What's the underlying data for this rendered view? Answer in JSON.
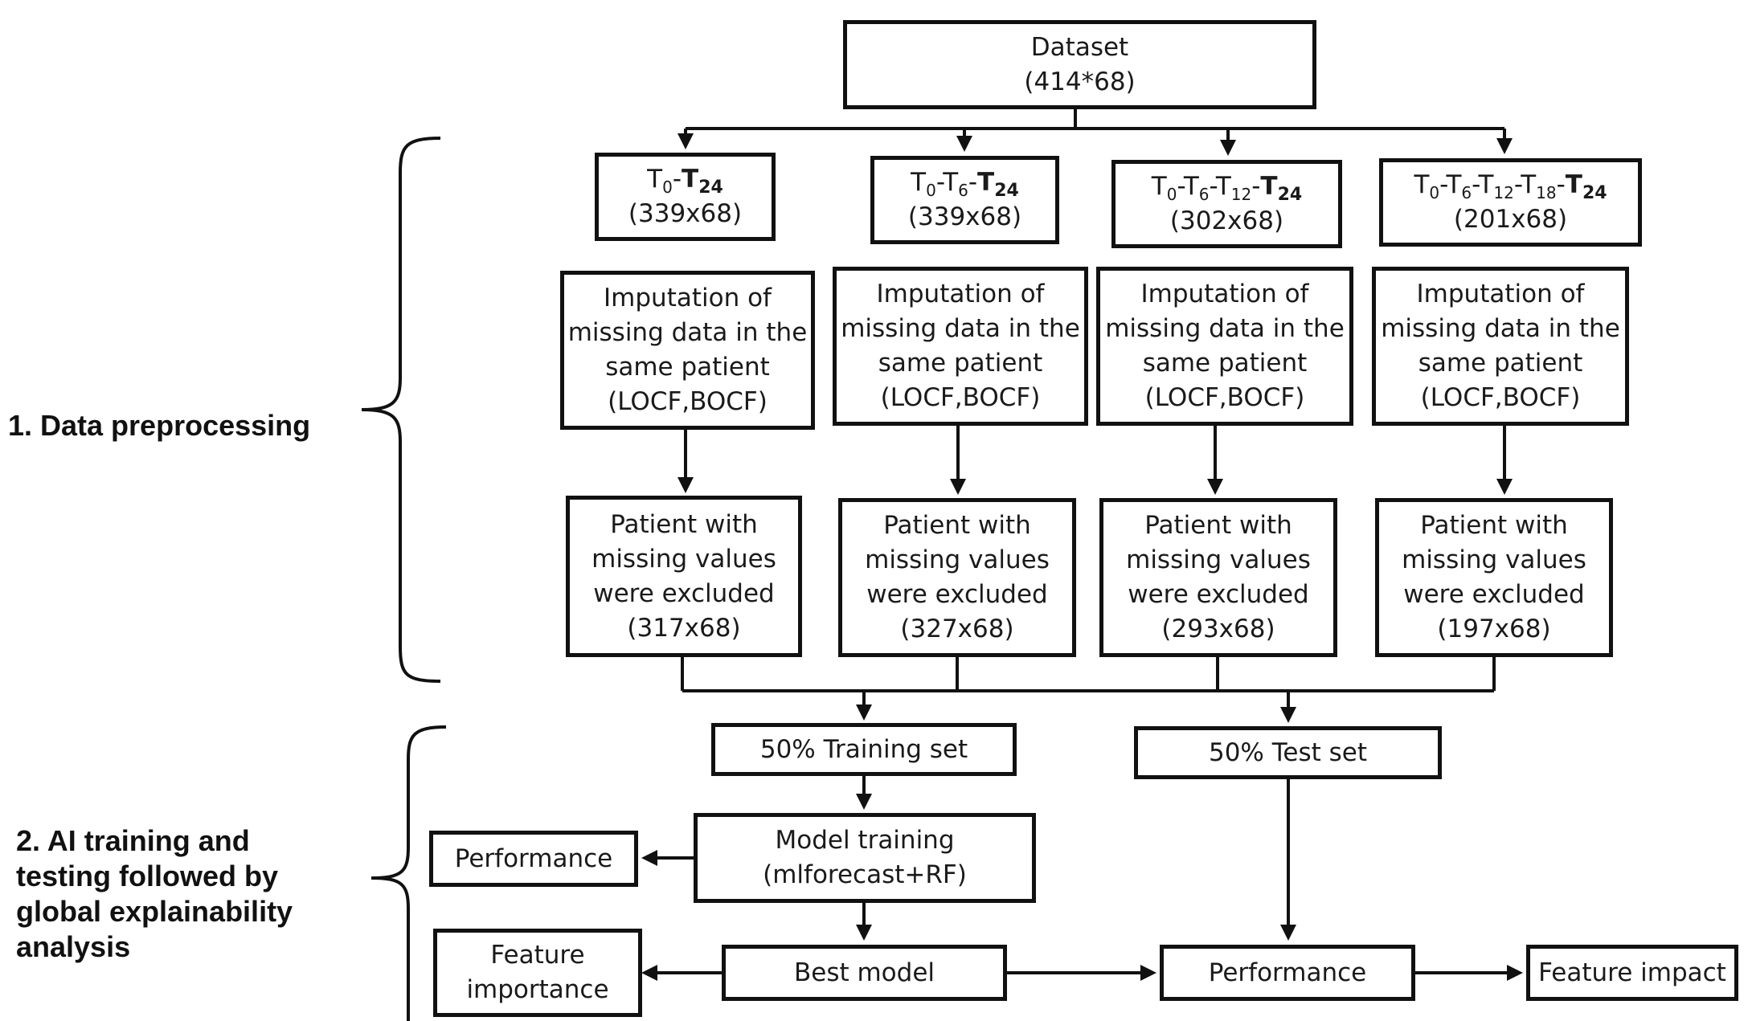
{
  "sections": {
    "preprocessing": "1. Data preprocessing",
    "training": "2. AI training and testing followed by global explainability analysis"
  },
  "dataset": {
    "title": "Dataset",
    "size": "(414*68)"
  },
  "branches": [
    {
      "subsets": [
        "0"
      ],
      "last": "24",
      "size": "(339x68)",
      "imputation": [
        "Imputation of",
        "missing data in the",
        "same patient",
        "(LOCF,BOCF)"
      ],
      "excluded": [
        "Patient with",
        "missing values",
        "were excluded",
        "(317x68)"
      ]
    },
    {
      "subsets": [
        "0",
        "6"
      ],
      "last": "24",
      "size": "(339x68)",
      "imputation": [
        "Imputation of",
        "missing data in the",
        "same patient",
        "(LOCF,BOCF)"
      ],
      "excluded": [
        "Patient with",
        "missing values",
        "were excluded",
        "(327x68)"
      ]
    },
    {
      "subsets": [
        "0",
        "6",
        "12"
      ],
      "last": "24",
      "size": "(302x68)",
      "imputation": [
        "Imputation of",
        "missing data in the",
        "same patient",
        "(LOCF,BOCF)"
      ],
      "excluded": [
        "Patient with",
        "missing values",
        "were excluded",
        "(293x68)"
      ]
    },
    {
      "subsets": [
        "0",
        "6",
        "12",
        "18"
      ],
      "last": "24",
      "size": "(201x68)",
      "imputation": [
        "Imputation of",
        "missing data in the",
        "same patient",
        "(LOCF,BOCF)"
      ],
      "excluded": [
        "Patient with",
        "missing values",
        "were excluded",
        "(197x68)"
      ]
    }
  ],
  "training_set": "50% Training set",
  "test_set": "50% Test set",
  "model_training": [
    "Model training",
    "(mlforecast+RF)"
  ],
  "performance_train": "Performance",
  "feature_importance": [
    "Feature",
    "importance"
  ],
  "best_model": "Best model",
  "performance_test": "Performance",
  "feature_impact": "Feature impact"
}
